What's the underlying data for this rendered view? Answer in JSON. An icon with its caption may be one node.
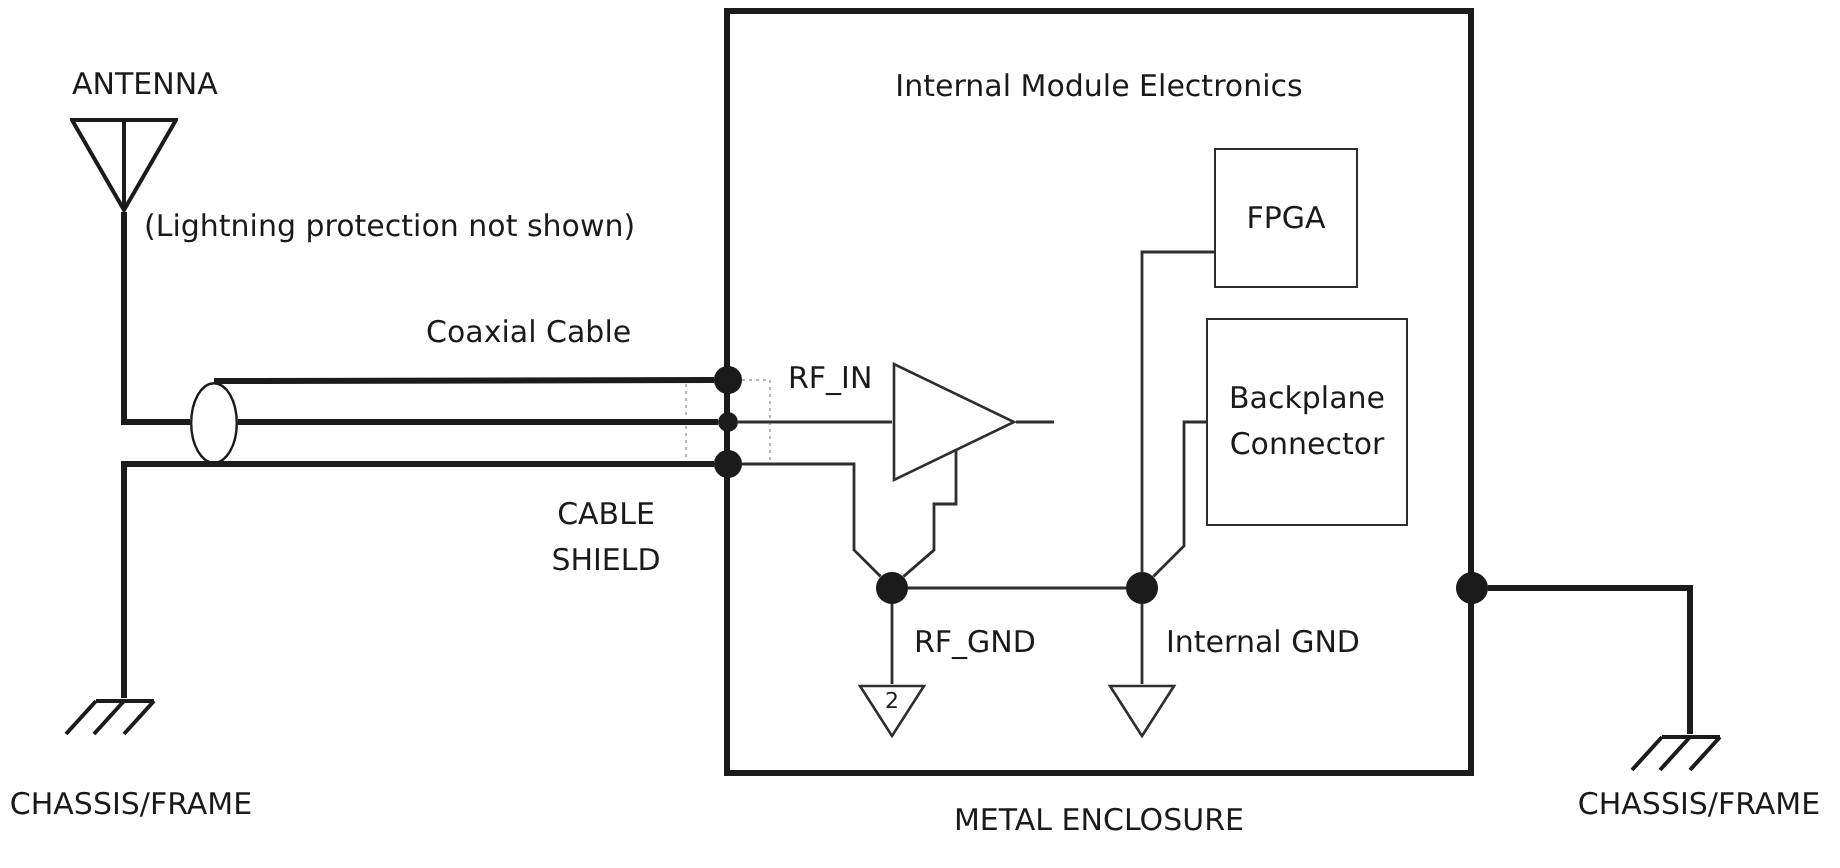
{
  "diagram": {
    "nodes": [
      {
        "text": [
          "ANTENNA"
        ]
      },
      {
        "text": [
          "Internal Module Electronics"
        ],
        "beside": [
          "METAL ENCLOSURE"
        ]
      },
      {
        "text": [
          "FPGA"
        ],
        "in": 1
      },
      {
        "text": [
          "Backplane Connector"
        ],
        "in": 1
      },
      {
        "text": [],
        "shape": "ellipse"
      },
      {
        "text": [],
        "shape": "circle"
      },
      {
        "text": [],
        "shape": "circle"
      },
      {
        "text": [],
        "shape": "circle"
      },
      {
        "text": [],
        "shape": "triangle",
        "in": 1
      },
      {
        "text": [],
        "shape": "circle",
        "in": 1
      },
      {
        "text": [],
        "shape": "circle",
        "in": 1
      },
      {
        "text": [],
        "shape": "circle"
      },
      {
        "text": [
          "2"
        ],
        "in": 1
      },
      {
        "text": [],
        "shape": "triangle",
        "in": 1
      },
      {
        "text": [
          "CHASSIS/FRAME"
        ]
      },
      {
        "text": [
          "CHASSIS/FRAME"
        ]
      }
    ],
    "edges": [
      {
        "from": 0,
        "to": 4,
        "arrow": "none",
        "style": "thick"
      },
      {
        "from": 4,
        "to": 6,
        "arrow": "none",
        "style": "thick"
      },
      {
        "from": 4,
        "to": 5,
        "arrow": "none",
        "style": "thick"
      },
      {
        "from": 14,
        "to": 7,
        "arrow": "none",
        "style": "thick"
      },
      {
        "from": 6,
        "to": 8,
        "arrow": "none"
      },
      {
        "from": 7,
        "to": 9,
        "arrow": "none"
      },
      {
        "from": 8,
        "to": 9,
        "arrow": "none"
      },
      {
        "from": 9,
        "to": 10,
        "arrow": "none"
      },
      {
        "from": 9,
        "to": 12,
        "arrow": "none"
      },
      {
        "from": 10,
        "to": 2,
        "arrow": "none"
      },
      {
        "from": 10,
        "to": 3,
        "arrow": "none"
      },
      {
        "from": 10,
        "to": 13,
        "arrow": "none"
      },
      {
        "from": 11,
        "to": 15,
        "arrow": "none",
        "style": "thick"
      },
      {
        "from": 8,
        "to": null,
        "arrow": "none"
      }
    ],
    "labels": [
      "(Lightning protection not shown)",
      "Coaxial Cable",
      "RF_IN",
      "CABLE SHIELD",
      "RF_GND",
      "Internal GND"
    ]
  }
}
